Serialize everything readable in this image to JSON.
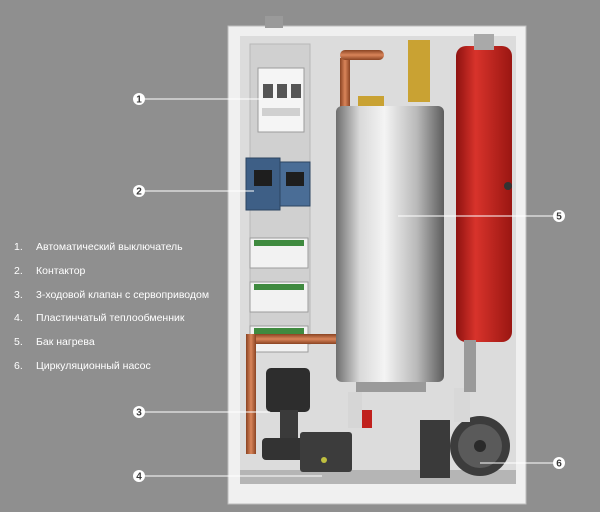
{
  "legend": {
    "items": [
      {
        "number": "1.",
        "label": "Автоматический выключатель"
      },
      {
        "number": "2.",
        "label": "Контактор"
      },
      {
        "number": "3.",
        "label": "3-ходовой клапан с сервоприводом"
      },
      {
        "number": "4.",
        "label": "Пластинчатый теплообменник"
      },
      {
        "number": "5.",
        "label": "Бак нагрева"
      },
      {
        "number": "6.",
        "label": "Циркуляционный насос"
      }
    ]
  },
  "callouts": [
    "1",
    "2",
    "3",
    "4",
    "5",
    "6"
  ],
  "colors": {
    "background": "#8f8f8f",
    "cabinet": "#e9e9e9",
    "expansion_tank": "#c8211c",
    "copper_pipe": "#c0673a",
    "contactor": "#3e5f86",
    "brass": "#c9a233"
  }
}
